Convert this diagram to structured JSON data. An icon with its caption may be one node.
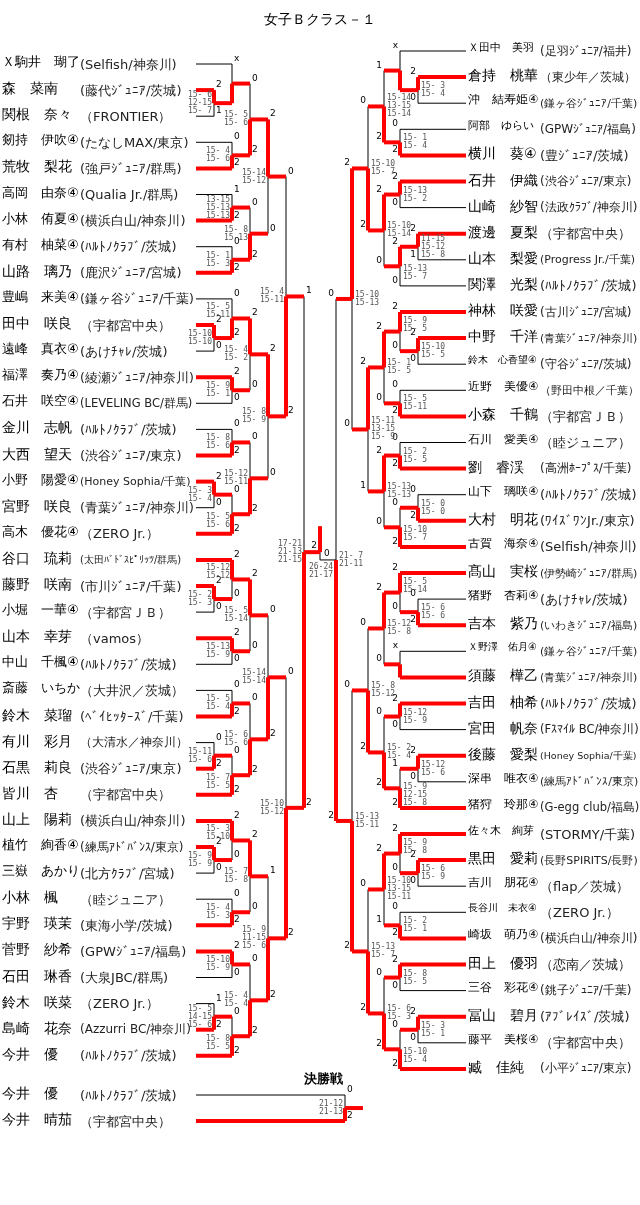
{
  "diagram": {
    "title": "女子Ｂクラス－１",
    "labels": [
      "Ｘ駒井　瑚了",
      "(Selfish/神奈川)",
      "森　菜南",
      "(藤代ｼﾞｭﾆｱ/茨城)",
      "関根　奈々",
      "（FRONTIER）",
      "剱持　伊吹④",
      "(たなしMAX/東京)",
      "荒牧　梨花",
      "(強戸ｼﾞｭﾆｱ/群馬)",
      "高岡　由奈④",
      "(Qualia Jr./群馬)",
      "小林　侑夏④",
      "(横浜白山/神奈川)",
      "有村　柚菜④",
      "(ﾊﾙﾄﾉｸﾗﾌﾞ/茨城)",
      "山路　璃乃",
      "(鹿沢ｼﾞｭﾆｱ/宮城)",
      "豊嶋　来美④",
      "(鎌ヶ谷ｼﾞｭﾆｱ/千葉)",
      "田中　咲良",
      "（宇都宮中央）",
      "遠峰　真衣④",
      "(あけﾁｬﾚ/茨城)",
      "福澤　奏乃④",
      "(綾瀬ｼﾞｭﾆｱ/神奈川)",
      "石井　咲空④",
      "(LEVELING BC/群馬)",
      "金川　志帆",
      "(ﾊﾙﾄﾉｸﾗﾌﾞ/茨城)",
      "大西　望天",
      "(渋谷ｼﾞｭﾆｱ/東京)",
      "小野　陽愛④",
      "(Honey Sophia/千葉)",
      "宮野　咲良",
      "(青葉ｼﾞｭﾆｱ/神奈川)",
      "高木　優花④",
      "（ZERO Jr.）",
      "谷口　琉莉",
      "(太田ﾊﾞﾄﾞｽﾋﾟﾘｯﾂ/群馬)",
      "藤野　咲南",
      "(市川ｼﾞｭﾆｱ/千葉)",
      "小堀　一華④",
      "（宇都宮ＪＢ）",
      "山本　幸芽",
      "（vamos）",
      "中山　千楓④",
      "(ﾊﾙﾄﾉｸﾗﾌﾞ/茨城)",
      "斎藤　いちか",
      "（大井沢／茨城）",
      "鈴木　菜瑠",
      "(ﾍﾞｲﾋｯﾀｰｽﾞ/千葉)",
      "有川　彩月",
      "（大清水／神奈川）",
      "石黒　莉良",
      "(渋谷ｼﾞｭﾆｱ/東京)",
      "皆川　杏",
      "（宇都宮中央）",
      "山上　陽莉",
      "(横浜白山/神奈川)",
      "植竹　絢香④",
      "(練馬ｱﾄﾞﾊﾞﾝｽ/東京)",
      "三嶽　あかり",
      "(北方ｸﾗﾌﾞ/宮城)",
      "小林　楓",
      "（睦ジュニア）",
      "宇野　瑛茉",
      "(東海小学/茨城)",
      "菅野　紗希",
      "(GPWｼﾞｭﾆｱ/福島)",
      "石田　琳香",
      "(大泉JBC/群馬)",
      "鈴木　咲菜",
      "（ZERO Jr.）",
      "島崎　花奈",
      "(Azzurri BC/神奈川)",
      "今井　優",
      "(ﾊﾙﾄﾉｸﾗﾌﾞ/茨城)",
      "Ｘ田中　美羽",
      "(足羽ｼﾞｭﾆｱ/福井)",
      "倉持　桃華",
      "（東少年／茨城）",
      "沖　結寿姫④",
      "(鎌ヶ谷ｼﾞｭﾆｱ/千葉)",
      "阿部　ゆらい",
      "(GPWｼﾞｭﾆｱ/福島)",
      "横川　葵④",
      "(豊ｼﾞｭﾆｱ/茨城)",
      "石井　伊織",
      "(渋谷ｼﾞｭﾆｱ/東京)",
      "山崎　紗智",
      "(法政ｸﾗﾌﾞ/神奈川)",
      "渡邊　夏梨",
      "（宇都宮中央）",
      "山本　梨愛",
      "(Progress Jr./千葉)",
      "関澤　光梨",
      "(ﾊﾙﾄﾉｸﾗﾌﾞ/茨城)",
      "神林　咲愛",
      "(古川ｼﾞｭﾆｱ/宮城)",
      "中野　千洋",
      "(青葉ｼﾞｭﾆｱ/神奈川)",
      "鈴木　心香望④",
      "(守谷ｼﾞｭﾆｱ/茨城)",
      "近野　美優④",
      "（野田中根／千葉）",
      "小森　千鶴",
      "（宇都宮ＪＢ）",
      "石川　愛美④",
      "（睦ジュニア）",
      "劉　睿渓",
      "(高洲ﾎｰﾌﾟｽ/千葉)",
      "山下　璃咲④",
      "(ﾊﾙﾄﾉｸﾗﾌﾞ/茨城)",
      "大村　明花",
      "(ﾜｲｽﾞﾜﾝJr./東京)",
      "古賀　海奈④",
      "(Selfish/神奈川)",
      "髙山　実桜",
      "(伊勢崎ｼﾞｭﾆｱ/群馬)",
      "猪野　杏莉④",
      "(あけﾁｬﾚ/茨城)",
      "吉本　紫乃",
      "(いわきｼﾞｭﾆｱ/福島)",
      "Ｘ野澤　佑月④",
      "(鎌ヶ谷ｼﾞｭﾆｱ/千葉)",
      "須藤　樺乙",
      "(青葉ｼﾞｭﾆｱ/神奈川)",
      "吉田　柚希",
      "(ﾊﾙﾄﾉｸﾗﾌﾞ/茨城)",
      "宮田　帆奈",
      "(Fｽﾏｲﾙ BC/神奈川)",
      "後藤　愛梨",
      "(Honey Sophia/千葉)",
      "深串　唯衣④",
      "(練馬ｱﾄﾞﾊﾞﾝｽ/東京)",
      "猪狩　玲那④",
      "(G-egg club/福島)",
      "佐々木　絢芽",
      "(STORMY/千葉)",
      "黒田　愛莉",
      "(長野SPIRITS/長野)",
      "吉川　朋花④",
      "（flap／茨城）",
      "長谷川　未衣④",
      "（ZERO Jr.）",
      "崎坂　萌乃④",
      "(横浜白山/神奈川)",
      "田上　優羽",
      "（恋南／茨城）",
      "三谷　彩花④",
      "(銚子ｼﾞｭﾆｱ/千葉)",
      "冨山　碧月",
      "(ｱﾌﾞﾚｲｽﾞ/茨城)",
      "藤平　美桜④",
      "（宇都宮中央）",
      "臧　佳純",
      "(小平ｼﾞｭﾆｱ/東京)",
      "決勝戦",
      "今井　優",
      "(ﾊﾙﾄﾉｸﾗﾌﾞ/茨城)",
      "今井　晴茄",
      "（宇都宮中央）",
      "2",
      "1",
      "15- 6 12-15 15- 7",
      "x",
      "0",
      "2",
      "15- 4 15- 6",
      "0",
      "2",
      "15- 5 15- 6",
      "1",
      "2",
      "13-15 15-13 15-13",
      "0",
      "2",
      "15- 1 15- 3",
      "0",
      "2",
      "15- 8 15-13",
      "2",
      "0",
      "15-14 15-12",
      "2",
      "0",
      "15-10 15-10",
      "0",
      "2",
      "15- 5 15-11",
      "2",
      "0",
      "15- 9 15- 1",
      "2",
      "0",
      "15- 4 15- 2",
      "0",
      "2",
      "15- 8 15- 6",
      "2",
      "0",
      "15- 3 15- 4",
      "0",
      "2",
      "15- 5 15- 6",
      "0",
      "2",
      "15-12 15-11",
      "2",
      "0",
      "15- 8 15- 9",
      "0",
      "2",
      "15- 4 15-11",
      "2",
      "0",
      "15- 2 15- 3",
      "2",
      "0",
      "15-12 15-12",
      "2",
      "0",
      "15-13 15- 9",
      "2",
      "0",
      "15- 5 15-14",
      "0",
      "2",
      "15- 5 15- 4",
      "0",
      "2",
      "15-11 15- 6",
      "0",
      "2",
      "15- 7 15- 5",
      "0",
      "2",
      "15- 6 15- 6",
      "0",
      "2",
      "15-14 15-14",
      "2",
      "0",
      "15- 9 15- 9",
      "2",
      "0",
      "15- 3 15-10",
      "0",
      "2",
      "15- 4 15- 3",
      "2",
      "0",
      "15- 7 15- 8",
      "2",
      "0",
      "15-10 15- 9",
      "1",
      "2",
      "15- 5 14-15 15- 6",
      "0",
      "2",
      "15- 8 15- 5",
      "0",
      "2",
      "15- 4 15- 4",
      "1",
      "2",
      "15- 9 11-15 15- 6",
      "0",
      "2",
      "15-10 15-12",
      "1",
      "2",
      "17-21 21-13 21-15",
      "2",
      "0",
      "15- 3 15- 4",
      "x",
      "0",
      "2",
      "15- 1 15- 4",
      "1",
      "2",
      "15-14 13-15 15-14",
      "2",
      "0",
      "15-13 15- 2",
      "2",
      "1",
      "11-15 15-12 15- 8",
      "2",
      "0",
      "15-13 15- 7",
      "2",
      "0",
      "15-10 15-14",
      "0",
      "2",
      "15-10 15- 7",
      "2",
      "0",
      "15-10 15- 5",
      "2",
      "0",
      "15- 9 15- 5",
      "0",
      "2",
      "15- 5 15-11",
      "2",
      "0",
      "15- 1 15- 5",
      "0",
      "2",
      "15- 2 15- 5",
      "0",
      "2",
      "15- 0 15- 0",
      "0",
      "2",
      "15-10 15- 7",
      "2",
      "0",
      "15-13 15-13",
      "2",
      "1",
      "15-11 13-15 15- 9",
      "2",
      "0",
      "15-10 15-13",
      "0",
      "2",
      "15- 6 15- 6",
      "2",
      "0",
      "15- 5 15-14",
      "x",
      "2",
      "0",
      "15-12 15- 8",
      "2",
      "0",
      "15-12 15- 9",
      "2",
      "0",
      "15-12 15- 6",
      "1",
      "2",
      "15- 9 12-15 15- 8",
      "0",
      "2",
      "15- 2 15- 4",
      "0",
      "2",
      "15- 8 15-12",
      "2",
      "0",
      "15- 6 15- 9",
      "2",
      "0",
      "15- 9 15- 8",
      "0",
      "2",
      "15- 2 15- 1",
      "2",
      "1",
      "15-10 13-15 15-11",
      "2",
      "0",
      "15- 8 15- 5",
      "2",
      "0",
      "15- 3 15- 1",
      "0",
      "2",
      "15-10 15- 4",
      "0",
      "2",
      "15- 6 15- 3",
      "0",
      "2",
      "15-13 15- 7",
      "0",
      "2",
      "15-13 15-11",
      "0",
      "2",
      "21- 7 21-11",
      "2",
      "0",
      "26-24 21-17",
      "0",
      "2",
      "21-12 21-13"
    ]
  }
}
